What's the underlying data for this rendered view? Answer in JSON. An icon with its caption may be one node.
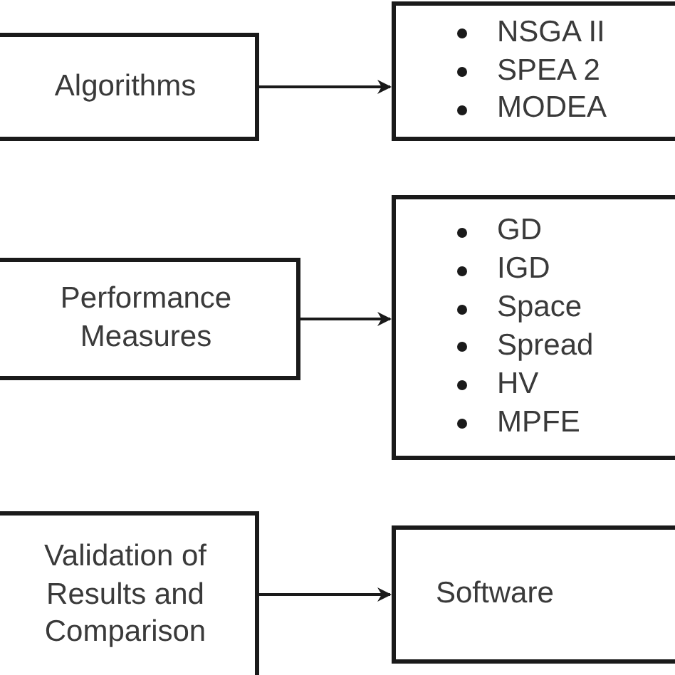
{
  "diagram": {
    "nodes": [
      {
        "text": [
          "Algorithms"
        ]
      },
      {
        "text": [
          "NSGA II",
          "SPEA 2",
          "MODEA"
        ]
      },
      {
        "text": [
          "Performance Measures"
        ]
      },
      {
        "text": [
          "GD",
          "IGD",
          "Space",
          "Spread",
          "HV",
          "MPFE"
        ]
      },
      {
        "text": [
          "Validation of Results and Comparison"
        ]
      },
      {
        "text": [
          "Software"
        ]
      }
    ],
    "edges": [
      {
        "from": 0,
        "to": 1,
        "arrow": "to"
      },
      {
        "from": 2,
        "to": 3,
        "arrow": "to"
      },
      {
        "from": 4,
        "to": 5,
        "arrow": "to"
      }
    ]
  }
}
